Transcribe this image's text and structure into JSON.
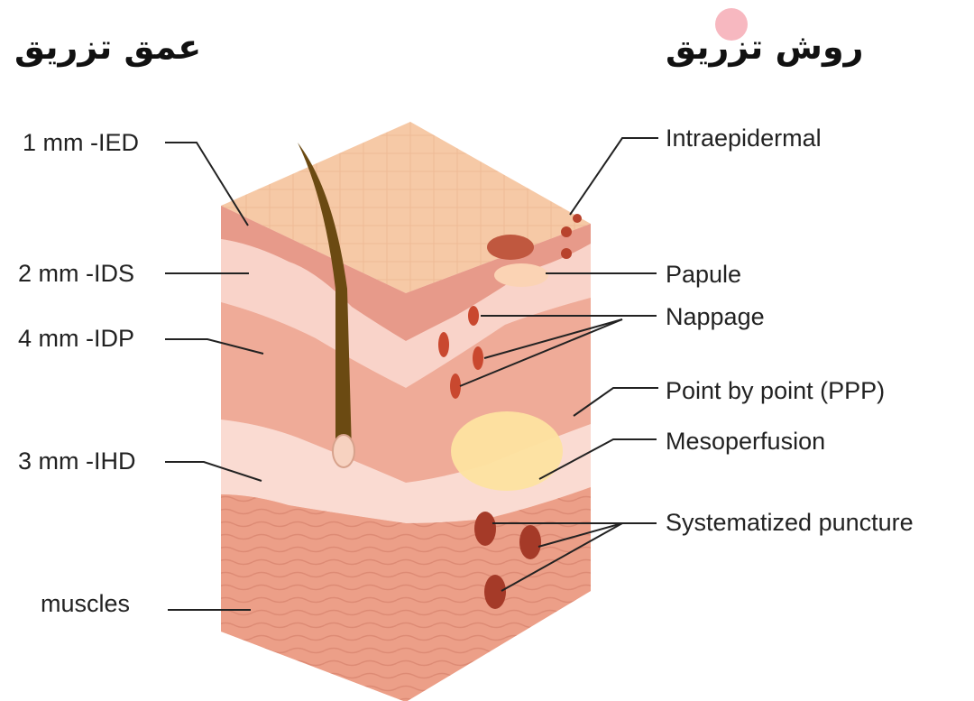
{
  "titles": {
    "depth": "عمق تزریق",
    "method": "روش تزریق"
  },
  "depth_labels": [
    "1 mm -IED",
    "2 mm -IDS",
    "4 mm -IDP",
    "3 mm -IHD",
    "muscles"
  ],
  "method_labels": [
    "Intraepidermal",
    "Papule",
    "Nappage",
    "Point by point (PPP)",
    "Mesoperfusion",
    "Systematized puncture"
  ],
  "colors": {
    "skin_top": "#f6c9a6",
    "epidermis": "#eaa393",
    "dermis": "#f2b6a3",
    "dermis_light": "#f9d8cf",
    "muscle": "#ec9f88",
    "hair": "#6b4a12",
    "dot": "#b8432d",
    "mesoperfusion": "#fde3a0",
    "line": "#222222"
  }
}
